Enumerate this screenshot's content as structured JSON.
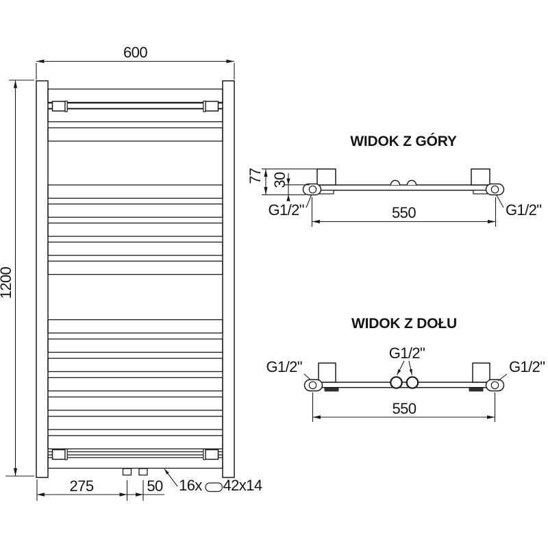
{
  "drawing": {
    "front_view": {
      "width_dim": "600",
      "height_dim": "1200",
      "inlet_offset_dim": "275",
      "inlet_spacing_dim": "50",
      "tube_count_label": "16x",
      "tube_profile_label": "42x14",
      "tube_count": 16,
      "tube_sections": [
        3,
        5,
        8
      ]
    },
    "top_view": {
      "title": "WIDOK Z GÓRY",
      "total_depth_dim": "77",
      "tube_depth_dim": "30",
      "span_dim": "550",
      "thread_left": "G1/2\"",
      "thread_right": "G1/2\""
    },
    "bottom_view": {
      "title": "WIDOK Z DOŁU",
      "span_dim": "550",
      "thread_left": "G1/2\"",
      "thread_center": "G1/2\"",
      "thread_right": "G1/2\""
    }
  }
}
